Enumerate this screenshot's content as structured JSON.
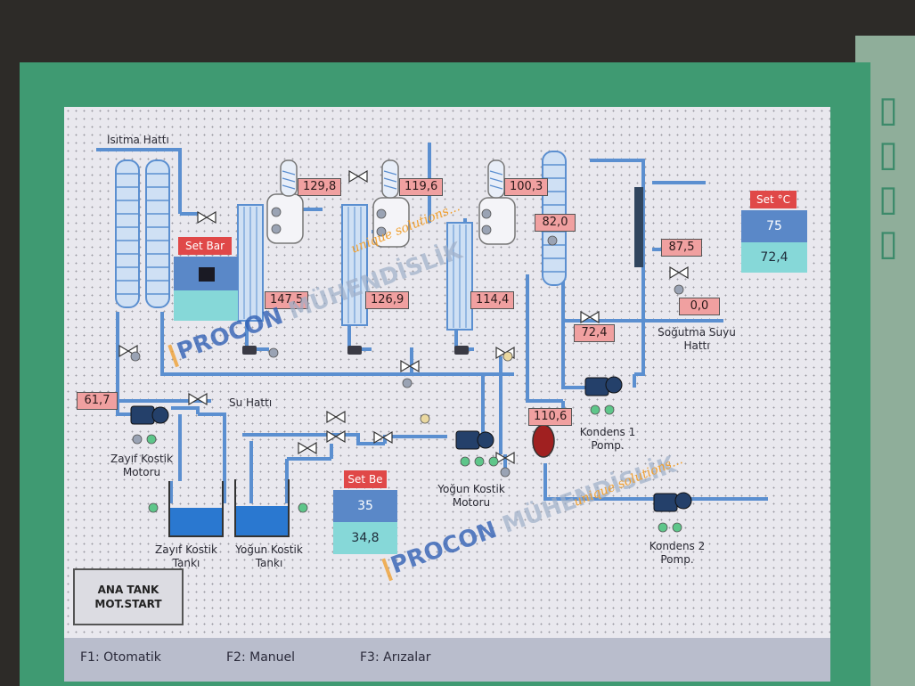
{
  "screen": {
    "labels": {
      "heating_line": "Isıtma Hattı",
      "water_line": "Su Hattı",
      "cooling_water_line": "Soğutma Suyu\nHattı",
      "weak_caustic_motor": "Zayıf Kostik\nMotoru",
      "strong_caustic_motor": "Yoğun Kostik\nMotoru",
      "weak_caustic_tank": "Zayıf Kostik\nTankı",
      "strong_caustic_tank": "Yoğun Kostik\nTankı",
      "condenser_pump_1": "Kondens 1\nPomp.",
      "condenser_pump_2": "Kondens 2\nPomp."
    },
    "values": {
      "evap1_top": "129,8",
      "evap2_top": "119,6",
      "evap3_top": "100,3",
      "column_top": "82,0",
      "evap1_bottom": "147,5",
      "evap2_bottom": "126,9",
      "evap3_bottom": "114,4",
      "right_valve": "87,5",
      "cooling": "0,0",
      "column_bottom": "72,4",
      "left_line": "61,7",
      "vessel": "110,6"
    },
    "setpoints": {
      "set_bar": {
        "label": "Set Bar",
        "set": "",
        "actual": ""
      },
      "set_be": {
        "label": "Set Be",
        "set": "35",
        "actual": "34,8"
      },
      "set_c": {
        "label": "Set °C",
        "set": "75",
        "actual": "72,4"
      }
    },
    "main_button": "ANA TANK\nMOT.START",
    "function_keys": [
      "F1: Otomatik",
      "F2: Manuel",
      "F3: Arızalar"
    ]
  },
  "watermark": {
    "brand": "PROCON",
    "suffix": "MÜHENDİSLİK",
    "tagline": "unique solutions..."
  },
  "colors": {
    "pipe": "#5b8fd0",
    "alarm_box": "#f0a0a0",
    "set_header": "#e04848",
    "tank_fluid": "#2a78d0",
    "indicator_green": "#5ec68a",
    "indicator_gray": "#9aa3b4",
    "bezel": "#3f9a72"
  }
}
